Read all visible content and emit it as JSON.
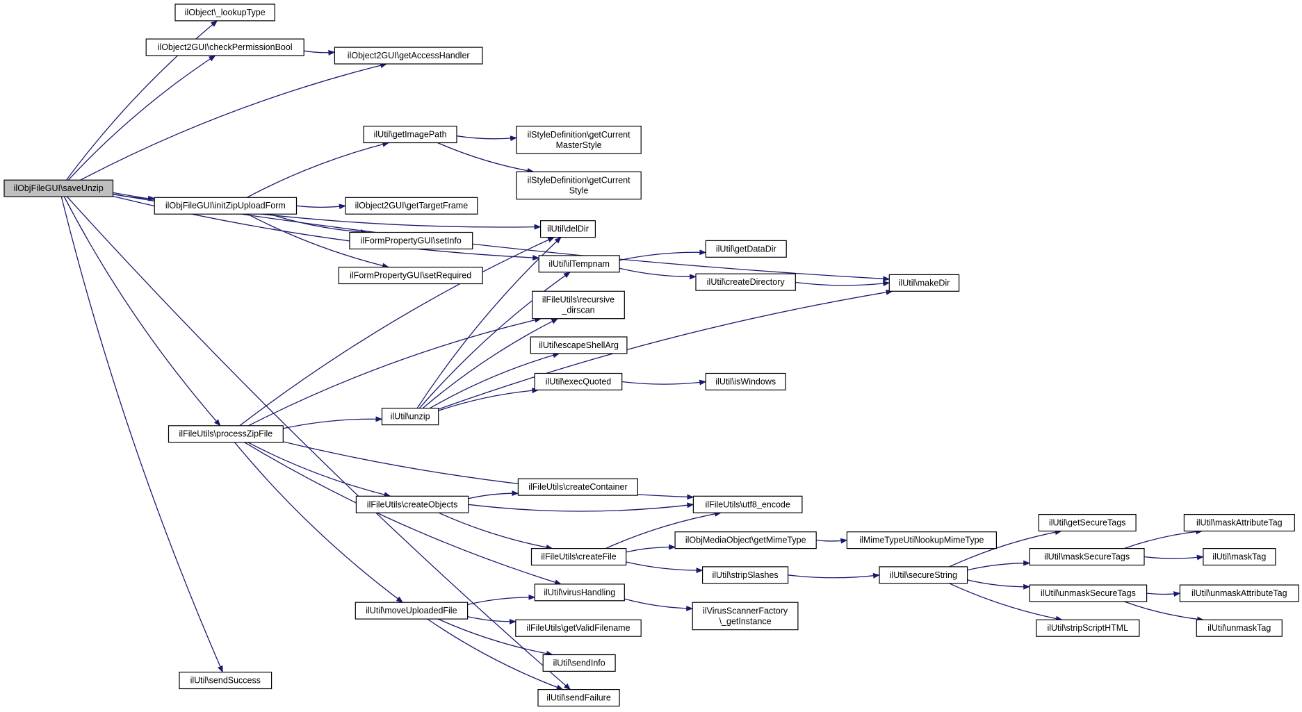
{
  "graph": {
    "colors": {
      "edge": "#191970",
      "root_fill": "#bfbfbf",
      "node_fill": "#ffffff",
      "node_border": "#000000"
    },
    "nodes": [
      {
        "id": "saveUnzip",
        "lines": [
          "ilObjFileGUI\\saveUnzip"
        ],
        "root": true
      },
      {
        "id": "lookupType",
        "lines": [
          "ilObject\\_lookupType"
        ]
      },
      {
        "id": "checkPermissionBool",
        "lines": [
          "ilObject2GUI\\checkPermissionBool"
        ]
      },
      {
        "id": "getAccessHandler",
        "lines": [
          "ilObject2GUI\\getAccessHandler"
        ]
      },
      {
        "id": "getImagePath",
        "lines": [
          "ilUtil\\getImagePath"
        ]
      },
      {
        "id": "getCurrentMasterStyle",
        "lines": [
          "ilStyleDefinition\\getCurrent",
          "MasterStyle"
        ]
      },
      {
        "id": "getCurrentStyle",
        "lines": [
          "ilStyleDefinition\\getCurrent",
          "Style"
        ]
      },
      {
        "id": "initZipUploadForm",
        "lines": [
          "ilObjFileGUI\\initZipUploadForm"
        ]
      },
      {
        "id": "getTargetFrame",
        "lines": [
          "ilObject2GUI\\getTargetFrame"
        ]
      },
      {
        "id": "setInfo",
        "lines": [
          "ilFormPropertyGUI\\setInfo"
        ]
      },
      {
        "id": "setRequired",
        "lines": [
          "ilFormPropertyGUI\\setRequired"
        ]
      },
      {
        "id": "delDir",
        "lines": [
          "ilUtil\\delDir"
        ]
      },
      {
        "id": "ilTempnam",
        "lines": [
          "ilUtil\\ilTempnam"
        ]
      },
      {
        "id": "getDataDir",
        "lines": [
          "ilUtil\\getDataDir"
        ]
      },
      {
        "id": "createDirectory",
        "lines": [
          "ilUtil\\createDirectory"
        ]
      },
      {
        "id": "makeDir",
        "lines": [
          "ilUtil\\makeDir"
        ]
      },
      {
        "id": "recursive_dirscan",
        "lines": [
          "ilFileUtils\\recursive",
          "_dirscan"
        ]
      },
      {
        "id": "escapeShellArg",
        "lines": [
          "ilUtil\\escapeShellArg"
        ]
      },
      {
        "id": "execQuoted",
        "lines": [
          "ilUtil\\execQuoted"
        ]
      },
      {
        "id": "isWindows",
        "lines": [
          "ilUtil\\isWindows"
        ]
      },
      {
        "id": "unzip",
        "lines": [
          "ilUtil\\unzip"
        ]
      },
      {
        "id": "processZipFile",
        "lines": [
          "ilFileUtils\\processZipFile"
        ]
      },
      {
        "id": "createContainer",
        "lines": [
          "ilFileUtils\\createContainer"
        ]
      },
      {
        "id": "createObjects",
        "lines": [
          "ilFileUtils\\createObjects"
        ]
      },
      {
        "id": "utf8_encode",
        "lines": [
          "ilFileUtils\\utf8_encode"
        ]
      },
      {
        "id": "createFile",
        "lines": [
          "ilFileUtils\\createFile"
        ]
      },
      {
        "id": "getMimeType",
        "lines": [
          "ilObjMediaObject\\getMimeType"
        ]
      },
      {
        "id": "lookupMimeType",
        "lines": [
          "ilMimeTypeUtil\\lookupMimeType"
        ]
      },
      {
        "id": "stripSlashes",
        "lines": [
          "ilUtil\\stripSlashes"
        ]
      },
      {
        "id": "secureString",
        "lines": [
          "ilUtil\\secureString"
        ]
      },
      {
        "id": "getSecureTags",
        "lines": [
          "ilUtil\\getSecureTags"
        ]
      },
      {
        "id": "maskSecureTags",
        "lines": [
          "ilUtil\\maskSecureTags"
        ]
      },
      {
        "id": "maskAttributeTag",
        "lines": [
          "ilUtil\\maskAttributeTag"
        ]
      },
      {
        "id": "maskTag",
        "lines": [
          "ilUtil\\maskTag"
        ]
      },
      {
        "id": "unmaskSecureTags",
        "lines": [
          "ilUtil\\unmaskSecureTags"
        ]
      },
      {
        "id": "unmaskAttributeTag",
        "lines": [
          "ilUtil\\unmaskAttributeTag"
        ]
      },
      {
        "id": "unmaskTag",
        "lines": [
          "ilUtil\\unmaskTag"
        ]
      },
      {
        "id": "stripScriptHTML",
        "lines": [
          "ilUtil\\stripScriptHTML"
        ]
      },
      {
        "id": "virusHandling",
        "lines": [
          "ilUtil\\virusHandling"
        ]
      },
      {
        "id": "getInstance",
        "lines": [
          "ilVirusScannerFactory",
          "\\_getInstance"
        ]
      },
      {
        "id": "moveUploadedFile",
        "lines": [
          "ilUtil\\moveUploadedFile"
        ]
      },
      {
        "id": "getValidFilename",
        "lines": [
          "ilFileUtils\\getValidFilename"
        ]
      },
      {
        "id": "sendInfo",
        "lines": [
          "ilUtil\\sendInfo"
        ]
      },
      {
        "id": "sendFailure",
        "lines": [
          "ilUtil\\sendFailure"
        ]
      },
      {
        "id": "sendSuccess",
        "lines": [
          "ilUtil\\sendSuccess"
        ]
      }
    ],
    "edges": [
      [
        "saveUnzip",
        "lookupType"
      ],
      [
        "saveUnzip",
        "checkPermissionBool"
      ],
      [
        "saveUnzip",
        "getAccessHandler"
      ],
      [
        "saveUnzip",
        "makeDir"
      ],
      [
        "saveUnzip",
        "delDir"
      ],
      [
        "saveUnzip",
        "initZipUploadForm"
      ],
      [
        "saveUnzip",
        "ilTempnam"
      ],
      [
        "saveUnzip",
        "processZipFile"
      ],
      [
        "saveUnzip",
        "sendFailure"
      ],
      [
        "saveUnzip",
        "sendSuccess"
      ],
      [
        "checkPermissionBool",
        "getAccessHandler"
      ],
      [
        "getImagePath",
        "getCurrentMasterStyle"
      ],
      [
        "getImagePath",
        "getCurrentStyle"
      ],
      [
        "initZipUploadForm",
        "getImagePath"
      ],
      [
        "initZipUploadForm",
        "getTargetFrame"
      ],
      [
        "initZipUploadForm",
        "setInfo"
      ],
      [
        "initZipUploadForm",
        "setRequired"
      ],
      [
        "ilTempnam",
        "getDataDir"
      ],
      [
        "ilTempnam",
        "createDirectory"
      ],
      [
        "createDirectory",
        "makeDir"
      ],
      [
        "execQuoted",
        "isWindows"
      ],
      [
        "unzip",
        "delDir"
      ],
      [
        "unzip",
        "ilTempnam"
      ],
      [
        "unzip",
        "recursive_dirscan"
      ],
      [
        "unzip",
        "escapeShellArg"
      ],
      [
        "unzip",
        "execQuoted"
      ],
      [
        "unzip",
        "makeDir"
      ],
      [
        "processZipFile",
        "delDir"
      ],
      [
        "processZipFile",
        "recursive_dirscan"
      ],
      [
        "processZipFile",
        "unzip"
      ],
      [
        "processZipFile",
        "utf8_encode"
      ],
      [
        "processZipFile",
        "createObjects"
      ],
      [
        "processZipFile",
        "virusHandling"
      ],
      [
        "processZipFile",
        "moveUploadedFile"
      ],
      [
        "createObjects",
        "createContainer"
      ],
      [
        "createObjects",
        "utf8_encode"
      ],
      [
        "createObjects",
        "createFile"
      ],
      [
        "createFile",
        "utf8_encode"
      ],
      [
        "createFile",
        "getMimeType"
      ],
      [
        "createFile",
        "stripSlashes"
      ],
      [
        "getMimeType",
        "lookupMimeType"
      ],
      [
        "stripSlashes",
        "secureString"
      ],
      [
        "secureString",
        "getSecureTags"
      ],
      [
        "secureString",
        "maskSecureTags"
      ],
      [
        "secureString",
        "unmaskSecureTags"
      ],
      [
        "secureString",
        "stripScriptHTML"
      ],
      [
        "maskSecureTags",
        "maskAttributeTag"
      ],
      [
        "maskSecureTags",
        "maskTag"
      ],
      [
        "unmaskSecureTags",
        "unmaskAttributeTag"
      ],
      [
        "unmaskSecureTags",
        "unmaskTag"
      ],
      [
        "virusHandling",
        "getInstance"
      ],
      [
        "moveUploadedFile",
        "virusHandling"
      ],
      [
        "moveUploadedFile",
        "getValidFilename"
      ],
      [
        "moveUploadedFile",
        "sendInfo"
      ],
      [
        "moveUploadedFile",
        "sendFailure"
      ]
    ]
  }
}
